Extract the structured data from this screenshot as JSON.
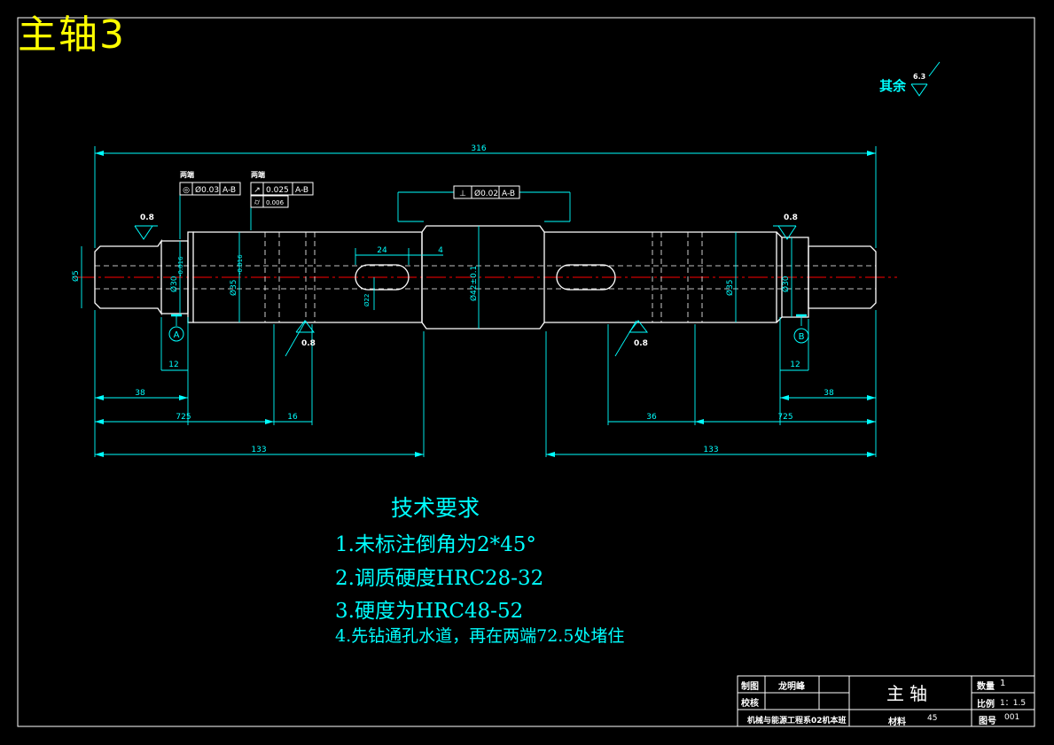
{
  "title": "主轴3",
  "roughness_note": {
    "label": "其余",
    "value": "6.3"
  },
  "dimensions": {
    "overall": "316",
    "left_12": "12",
    "left_38": "38",
    "left_725": "725",
    "left_16": "16",
    "left_133": "133",
    "right_36": "36",
    "right_725": "725",
    "right_12": "12",
    "right_38": "38",
    "right_133": "133",
    "keyway_24": "24",
    "keyway_4": "4",
    "dia_end": "Ø5",
    "dia_bearing_left": "Ø30",
    "dia_bearing_tol": "-0.016",
    "dia_journal_left": "Ø35",
    "dia_journal_tol": "-0.016",
    "dia_center": "Ø42±0.1",
    "dia_journal_right": "Ø35",
    "dia_bearing_right": "Ø30",
    "keyway_depth": "Ø22"
  },
  "tolerances": {
    "left_note": "两端",
    "left_frame": [
      "◎",
      "Ø0.03",
      "A-B"
    ],
    "mid_note": "两端",
    "mid_frame": [
      "↗",
      "0.025",
      "A-B"
    ],
    "mid_frame2": [
      "⌭",
      "0.006"
    ],
    "center_frame": [
      "⊥",
      "Ø0.02",
      "A-B"
    ]
  },
  "roughness": {
    "left_top": "0.8",
    "left_bottom": "0.8",
    "right_top": "0.8",
    "right_bottom": "0.8"
  },
  "datums": {
    "left": "A",
    "right": "B"
  },
  "tech_requirements": {
    "title": "技术要求",
    "items": [
      "1.未标注倒角为2*45°",
      "2.调质硬度HRC28-32",
      "3.硬度为HRC48-52",
      "4.先钻通孔水道，再在两端72.5处堵住"
    ]
  },
  "title_block": {
    "draw_label": "制图",
    "draw_name": "龙明峰",
    "check_label": "校核",
    "part_name": "主轴",
    "qty_label": "数量",
    "qty_value": "1",
    "scale_label": "比例",
    "scale_value": "1：1.5",
    "school": "机械与能源工程系02机本班",
    "material_label": "材料",
    "material_value": "45",
    "drawing_no_label": "图号",
    "drawing_no_value": "001"
  },
  "colors": {
    "background": "#000000",
    "outline": "#ffffff",
    "dimension": "#00ffff",
    "centerline": "#ff0000",
    "title": "#ffff00"
  }
}
